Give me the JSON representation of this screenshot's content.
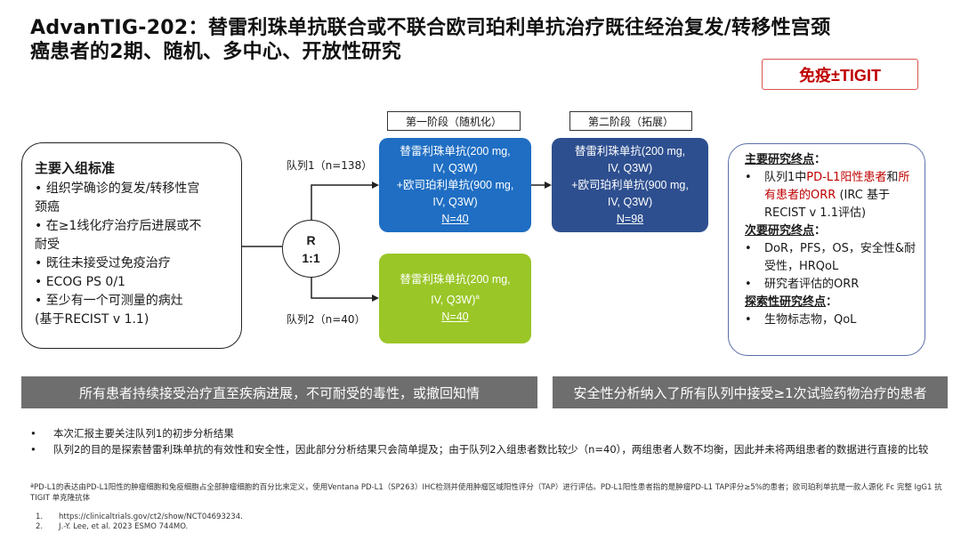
{
  "title": {
    "line1": "AdvanTIG-202：替雷利珠单抗联合或不联合欧司珀利单抗治疗既往经治复发/转移性宫颈",
    "line2": "癌患者的2期、随机、多中心、开放性研究"
  },
  "tag": "免疫±TIGIT",
  "phase1_label": "第一阶段（随机化）",
  "phase2_label": "第二阶段（拓展）",
  "criteria": {
    "heading": "主要入组标准",
    "items": [
      "• 组织学确诊的复发/转移性宫",
      "颈癌",
      "• 在≥1线化疗治疗后进展或不",
      "耐受",
      "• 既往未接受过免疫治疗",
      "• ECOG PS 0/1",
      "• 至少有一个可测量的病灶",
      "(基于RECIST v 1.1)"
    ]
  },
  "randomization": {
    "line1": "R",
    "line2": "1:1"
  },
  "cohort1": {
    "label": "队列1（n=138）",
    "phase1_box": {
      "l1": "替雷利珠单抗(200 mg,",
      "l2": "IV, Q3W)",
      "l3": "+欧司珀利单抗(900 mg,",
      "l4": "IV, Q3W)",
      "n": "N=40"
    },
    "phase2_box": {
      "l1": "替雷利珠单抗(200 mg,",
      "l2": "IV, Q3W)",
      "l3": "+欧司珀利单抗(900 mg,",
      "l4": "IV, Q3W)",
      "n": "N=98"
    }
  },
  "cohort2": {
    "label": "队列2（n=40）",
    "box": {
      "l1": "替雷利珠单抗(200 mg,",
      "l2": "IV, Q3W)",
      "sup": "a",
      "n": "N=40"
    }
  },
  "endpoints": {
    "primary_head": "主要研究终点",
    "primary_colon": "：",
    "primary_a": "队列1中",
    "primary_b": "PD-L1阳性患者",
    "primary_c": "和",
    "primary_d": "所有患者的ORR",
    "primary_e": " (IRC 基于RECIST v 1.1评估)",
    "secondary_head": "次要研究终点",
    "secondary_colon": "：",
    "secondary_items": [
      "DoR，PFS，OS，安全性&耐受性，HRQoL",
      "研究者评估的ORR"
    ],
    "exploratory_head": "探索性研究终点",
    "exploratory_colon": "：",
    "exploratory_items": [
      "生物标志物，QoL"
    ],
    "bullet": "•"
  },
  "banner_left": "所有患者持续接受治疗直至疾病进展，不可耐受的毒性，或撤回知情",
  "banner_right": "安全性分析纳入了所有队列中接受≥1次试验药物治疗的患者",
  "notes": [
    "本次汇报主要关注队列1的初步分析结果",
    "队列2的目的是探索替雷利珠单抗的有效性和安全性，因此部分分析结果只会简单提及；由于队列2入组患者数比较少（n=40），两组患者人数不均衡，因此并未将两组患者的数据进行直接的比较"
  ],
  "note_bullet": "•",
  "footnote": "ªPD-L1的表达由PD-L1阳性的肿瘤细胞和免疫细胞占全部肿瘤细胞的百分比来定义，使用Ventana PD-L1（SP263）IHC检测并使用肿瘤区域阳性评分（TAP）进行评估。PD-L1阳性患者指的是肿瘤PD-L1 TAP评分≥5%的患者；欧司珀利单抗是一款人源化 Fc 完整 IgG1 抗 TIGIT 单克隆抗体",
  "refs": [
    {
      "num": "1.",
      "text": "https://clinicaltrials.gov/ct2/show/NCT04693234."
    },
    {
      "num": "2.",
      "text": "J.-Y. Lee, et al. 2023 ESMO 744MO."
    }
  ]
}
